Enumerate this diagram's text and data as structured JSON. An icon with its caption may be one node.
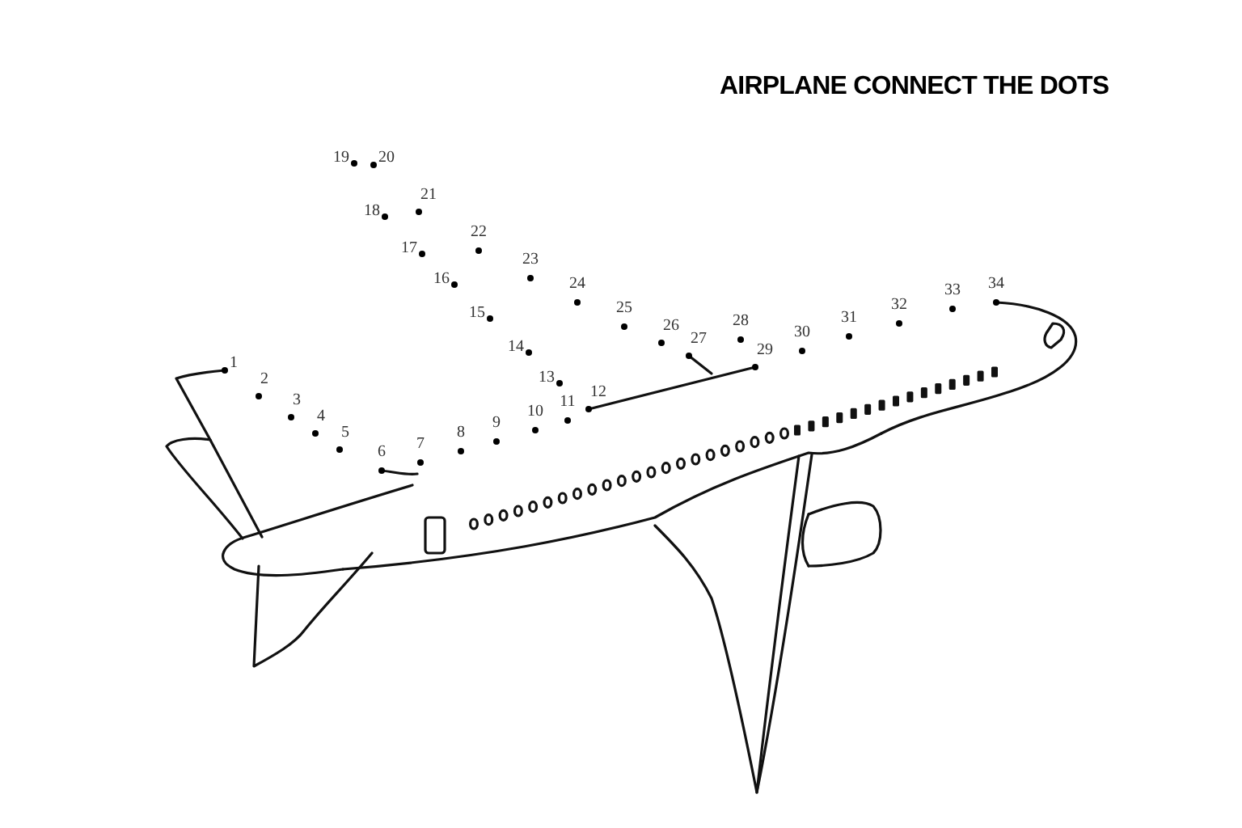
{
  "diagram": {
    "title": "AIRPLANE CONNECT THE DOTS",
    "labels": [
      "1",
      "2",
      "3",
      "4",
      "5",
      "6",
      "7",
      "8",
      "9",
      "10",
      "11",
      "12",
      "13",
      "14",
      "15",
      "16",
      "17",
      "18",
      "19",
      "20",
      "21",
      "22",
      "23",
      "24",
      "25",
      "26",
      "27",
      "28",
      "29",
      "30",
      "31",
      "32",
      "33",
      "34"
    ]
  }
}
